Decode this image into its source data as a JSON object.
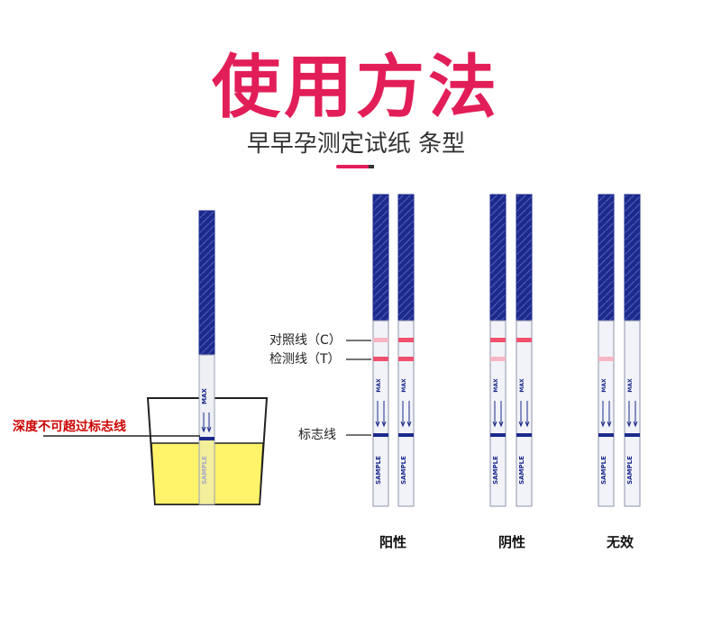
{
  "header": {
    "title": "使用方法",
    "subtitle": "早早孕测定试纸 条型"
  },
  "diagram": {
    "warning_label": "深度不可超过标志线",
    "line_labels": {
      "control": "对照线（C）",
      "test": "检测线（T）",
      "mark": "标志线"
    },
    "strip_text": {
      "max": "MAX",
      "sample": "SAMPLE"
    },
    "results": [
      {
        "label": "阳性"
      },
      {
        "label": "阴性"
      },
      {
        "label": "无效"
      }
    ],
    "colors": {
      "title": "#e21e58",
      "strip_blue": "#1c2a8c",
      "line_red": "#f0506e",
      "line_pink": "#f7b5c5",
      "urine": "#fff36a",
      "warning": "#cc0000"
    }
  }
}
